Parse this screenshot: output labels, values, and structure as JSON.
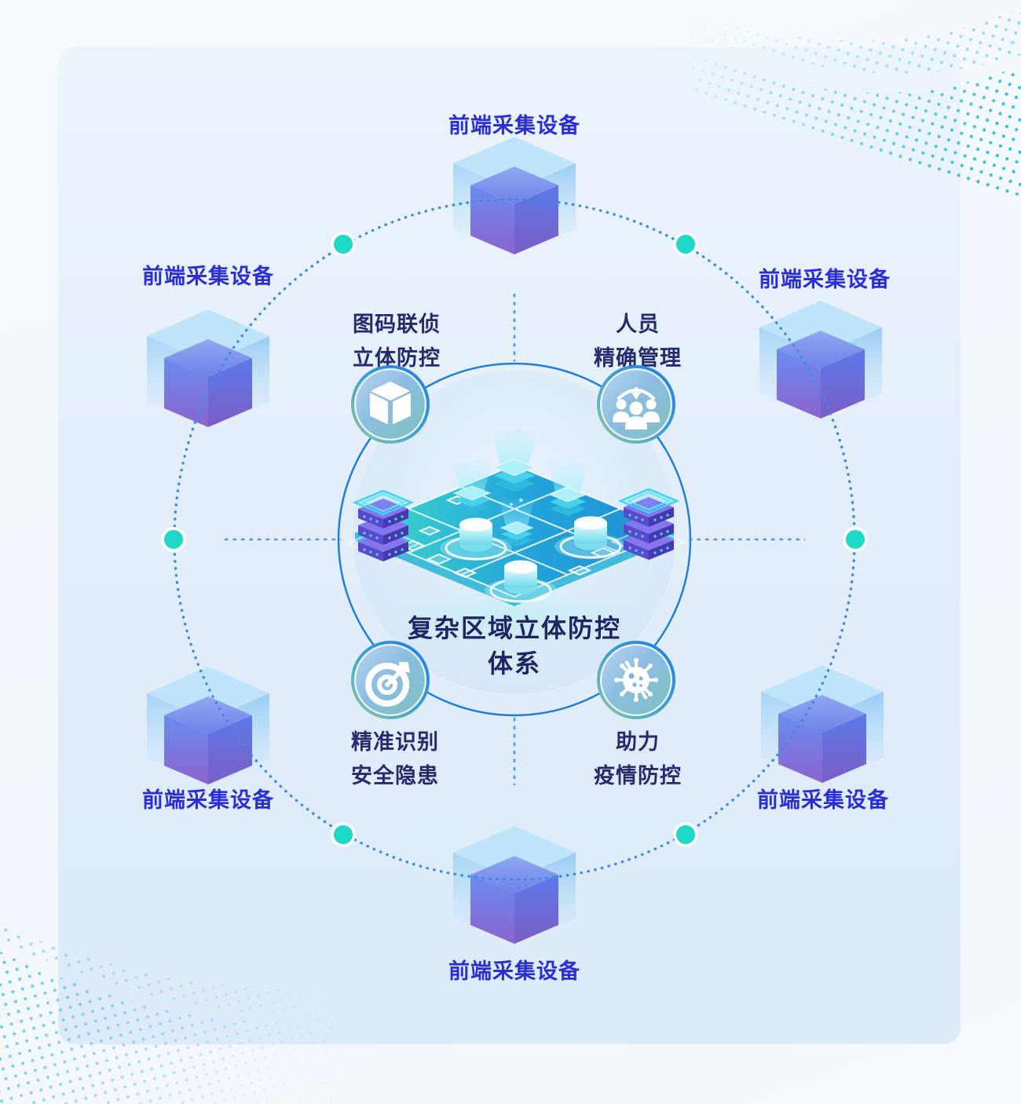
{
  "center": {
    "title_line1": "复杂区域立体防控",
    "title_line2": "体系",
    "illustration": "isometric-smart-area-platform"
  },
  "nodes": [
    {
      "id": "top",
      "label": "前端采集设备"
    },
    {
      "id": "upper-left",
      "label": "前端采集设备"
    },
    {
      "id": "upper-right",
      "label": "前端采集设备"
    },
    {
      "id": "lower-left",
      "label": "前端采集设备"
    },
    {
      "id": "lower-right",
      "label": "前端采集设备"
    },
    {
      "id": "bottom",
      "label": "前端采集设备"
    }
  ],
  "features": [
    {
      "id": "top-left",
      "icon": "cube-3d-icon",
      "line1": "图码联侦",
      "line2": "立体防控"
    },
    {
      "id": "top-right",
      "icon": "people-management-icon",
      "line1": "人员",
      "line2": "精确管理"
    },
    {
      "id": "bottom-left",
      "icon": "target-arrow-icon",
      "line1": "精准识别",
      "line2": "安全隐患"
    },
    {
      "id": "bottom-right",
      "icon": "virus-icon",
      "line1": "助力",
      "line2": "疫情防控"
    }
  ],
  "colors": {
    "accent_teal": "#1ed9c6",
    "circle_blue": "#2f84e6",
    "node_label_blue": "#2a2ed6",
    "feature_label_navy": "#272b6e",
    "title_navy": "#1e2464",
    "platform_teal": "#3fdccc",
    "platform_blue": "#1f8fd2",
    "server_purple": "#5a49cc"
  }
}
